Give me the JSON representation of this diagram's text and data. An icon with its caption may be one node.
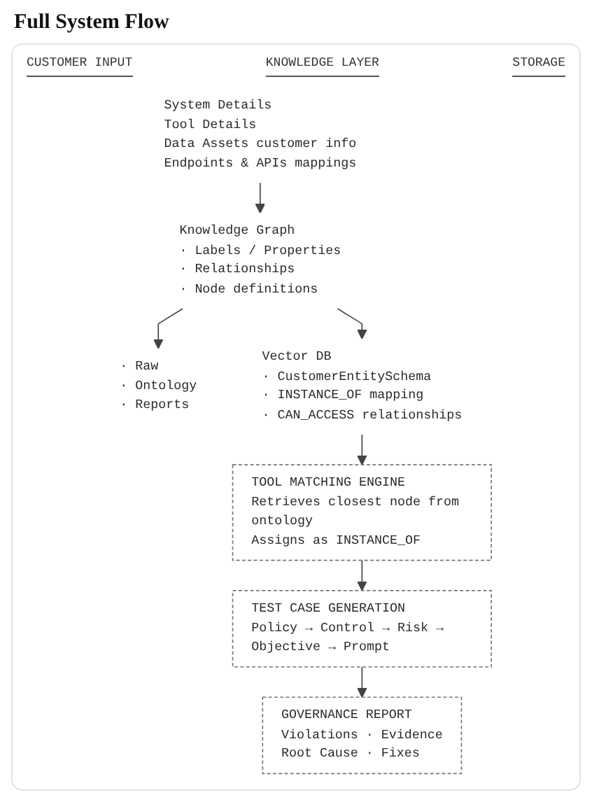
{
  "diagram": {
    "title": "Full System Flow",
    "nodes": [
      {
        "text": [
          "System Details",
          "Tool Details",
          "Data Assets customer info",
          "Endpoints & APIs mappings"
        ]
      },
      {
        "text": [
          "Knowledge Graph",
          "· Labels / Properties",
          "· Relationships",
          "· Node definitions"
        ]
      },
      {
        "text": [
          "· Raw",
          "· Ontology",
          "· Reports"
        ]
      },
      {
        "text": [
          "Vector DB",
          "· CustomerEntitySchema",
          "· INSTANCE_OF mapping",
          "· CAN_ACCESS relationships"
        ]
      },
      {
        "text": [
          "TOOL MATCHING ENGINE",
          "Retrieves closest node from ontology",
          "Assigns as INSTANCE_OF"
        ]
      },
      {
        "text": [
          "TEST CASE GENERATION",
          "Policy → Control → Risk → Objective → Prompt"
        ]
      },
      {
        "text": [
          "GOVERNANCE REPORT",
          "Violations · Evidence",
          "Root Cause · Fixes"
        ]
      }
    ],
    "edges": [
      {
        "from": 0,
        "to": 1,
        "arrow": "to"
      },
      {
        "from": 1,
        "to": 2,
        "arrow": "to"
      },
      {
        "from": 1,
        "to": 3,
        "arrow": "to"
      },
      {
        "from": 3,
        "to": 4,
        "arrow": "to"
      },
      {
        "from": 4,
        "to": 5,
        "arrow": "to"
      },
      {
        "from": 5,
        "to": 6,
        "arrow": "to"
      }
    ],
    "labels": [
      "CUSTOMER INPUT",
      "KNOWLEDGE LAYER",
      "STORAGE"
    ]
  }
}
